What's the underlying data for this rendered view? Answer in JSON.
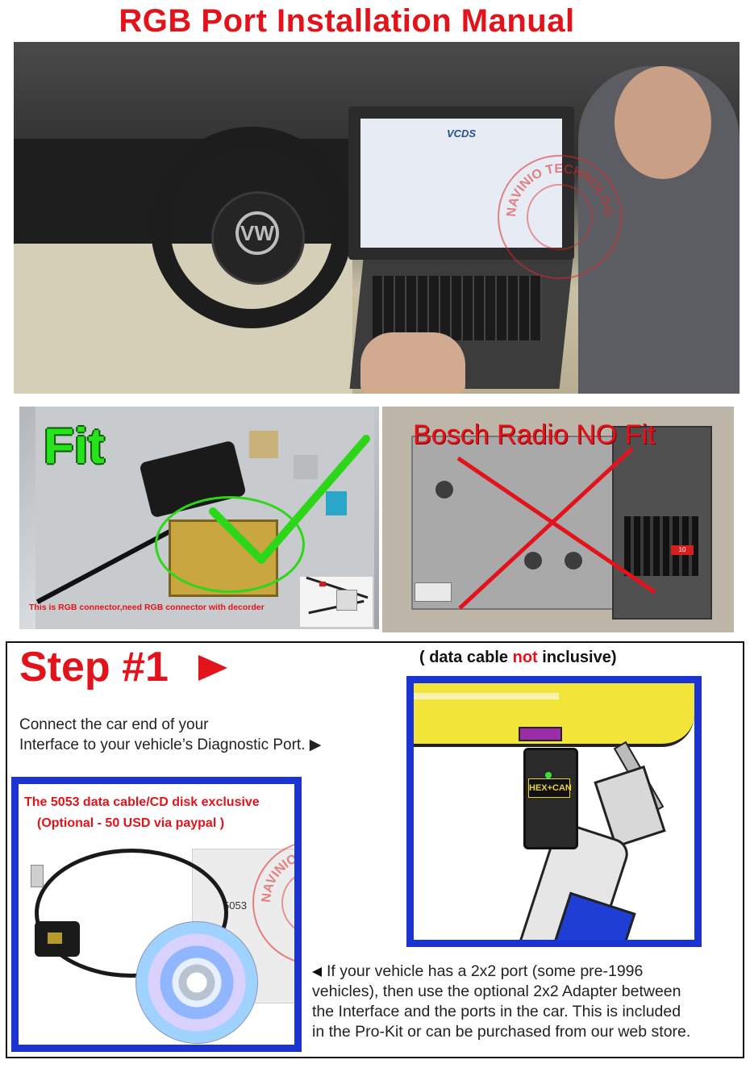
{
  "title": "RGB Port Installation Manual",
  "top_photo": {
    "screen_app": "VCDS",
    "dash_logo": "VW"
  },
  "fit_photo": {
    "label": "Fit",
    "caption": "This is RGB connector,need RGB connector with decorder"
  },
  "nofit_photo": {
    "label": "Bosch Radio  NO Fit",
    "tag": "10"
  },
  "step": {
    "title": "Step #1",
    "description_line1": "Connect the car end of your",
    "description_line2": "Interface to your vehicle’s Diagnostic Port. ▶",
    "cable_note_prefix": "( data cable ",
    "cable_note_highlight": "not",
    "cable_note_suffix": " inclusive)"
  },
  "promo": {
    "line1": "The 5053 data cable/CD disk exclusive",
    "line2": "(Optional - 50 USD via paypal )",
    "manual_label": "5053"
  },
  "illustration": {
    "device_label": "HEX+CAN"
  },
  "port_note": {
    "line1": "If your vehicle has a 2x2 port (some pre-1996",
    "line2": "vehicles), then use the optional 2x2 Adapter between",
    "line3": "the Interface and the ports in the car. This is included",
    "line4": "in the Pro-Kit or can be purchased from our web store."
  },
  "watermark": {
    "text": "NAVINIO TECHNOLOGY.LTD"
  },
  "colors": {
    "accent_red": "#e3131b",
    "box_blue": "#1b33d0",
    "fit_green": "#26e31b"
  }
}
